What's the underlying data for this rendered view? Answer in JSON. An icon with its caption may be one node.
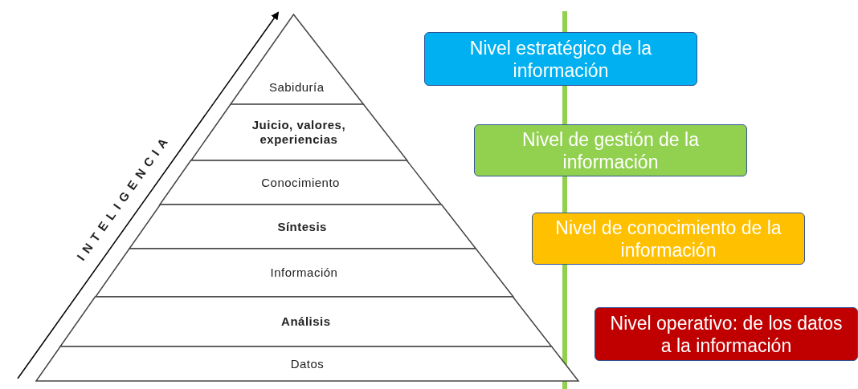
{
  "diagram": {
    "nodes": [
      {
        "text": [
          "Sabiduría"
        ]
      },
      {
        "text": [
          "Juicio, valores, experiencias"
        ]
      },
      {
        "text": [
          "Conocimiento"
        ]
      },
      {
        "text": [
          "Síntesis"
        ]
      },
      {
        "text": [
          "Información"
        ]
      },
      {
        "text": [
          "Análisis"
        ]
      },
      {
        "text": [
          "Datos"
        ]
      },
      {
        "text": [
          "Nivel estratégico de la información"
        ]
      },
      {
        "text": [
          "Nivel de gestión de la información"
        ]
      },
      {
        "text": [
          "Nivel de conocimiento de la información"
        ]
      },
      {
        "text": [
          "Nivel operativo: de los datos a la información"
        ]
      }
    ],
    "labels": [
      "INTELIGENCIA"
    ]
  }
}
